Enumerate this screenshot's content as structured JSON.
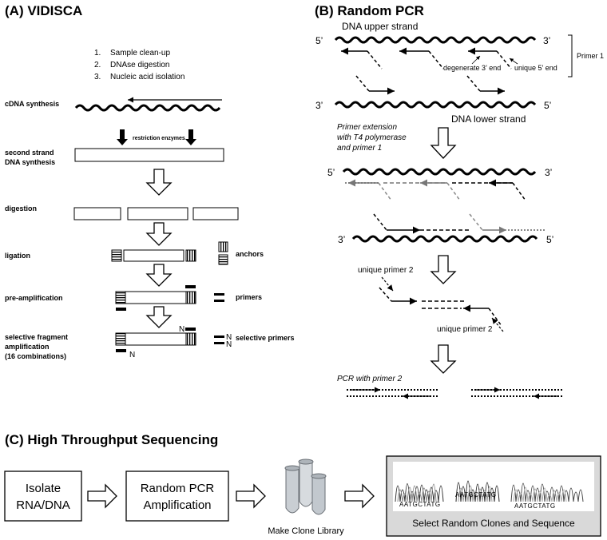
{
  "panel_a": {
    "heading": "(A) VIDISCA",
    "steps": [
      "Sample clean-up",
      "DNAse digestion",
      "Nucleic acid isolation"
    ],
    "step_numbers": [
      "1.",
      "2.",
      "3."
    ],
    "cdna": "cDNA synthesis",
    "restriction": "restriction enzymes",
    "second_strand_1": "second strand",
    "second_strand_2": "DNA synthesis",
    "digestion": "digestion",
    "ligation": "ligation",
    "anchors": "anchors",
    "preamp": "pre-amplification",
    "primers": "primers",
    "selective_1": "selective fragment",
    "selective_2": "amplification",
    "selective_3": "(16 combinations)",
    "selective_primers": "selective primers",
    "n": "N"
  },
  "panel_b": {
    "heading": "(B) Random PCR",
    "upper_strand": "DNA upper strand",
    "lower_strand": "DNA lower strand",
    "five_prime": "5’",
    "three_prime": "3’",
    "primer1": "Primer 1",
    "degenerate": "degenerate 3’ end",
    "unique5": "unique 5’ end",
    "extension_1": "Primer extension",
    "extension_2": "with T4 polymerase",
    "extension_3": "and primer 1",
    "unique_primer2": "unique primer 2",
    "pcr_primer2": "PCR with primer 2"
  },
  "panel_c": {
    "heading": "(C) High Throughput Sequencing",
    "box1_line1": "Isolate",
    "box1_line2": "RNA/DNA",
    "box2_line1": "Random PCR",
    "box2_line2": "Amplification",
    "clone_library": "Make Clone Library",
    "seq_label": "Select Random Clones and Sequence",
    "seq_text": "AATGCTATG"
  }
}
